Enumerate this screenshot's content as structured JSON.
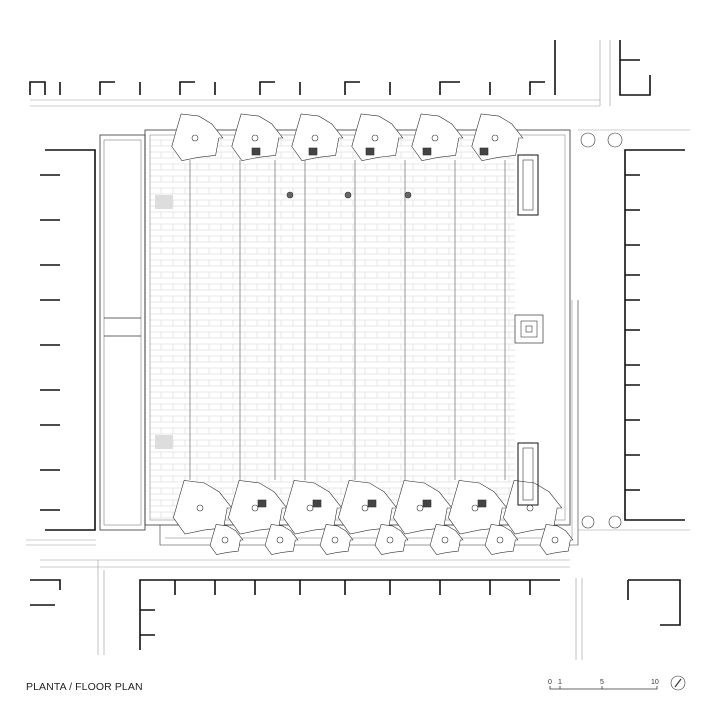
{
  "drawing": {
    "title": "PLANTA / FLOOR PLAN",
    "scale_bar": {
      "labels": [
        "0",
        "1",
        "5",
        "10"
      ],
      "unit_values": [
        0,
        1,
        5,
        10
      ]
    },
    "north_arrow": "north-arrow-icon",
    "line_color": "#222222",
    "paving_color": "#bdbdbd",
    "tree_rows": {
      "top_count": 6,
      "bottom_count": 7
    }
  }
}
